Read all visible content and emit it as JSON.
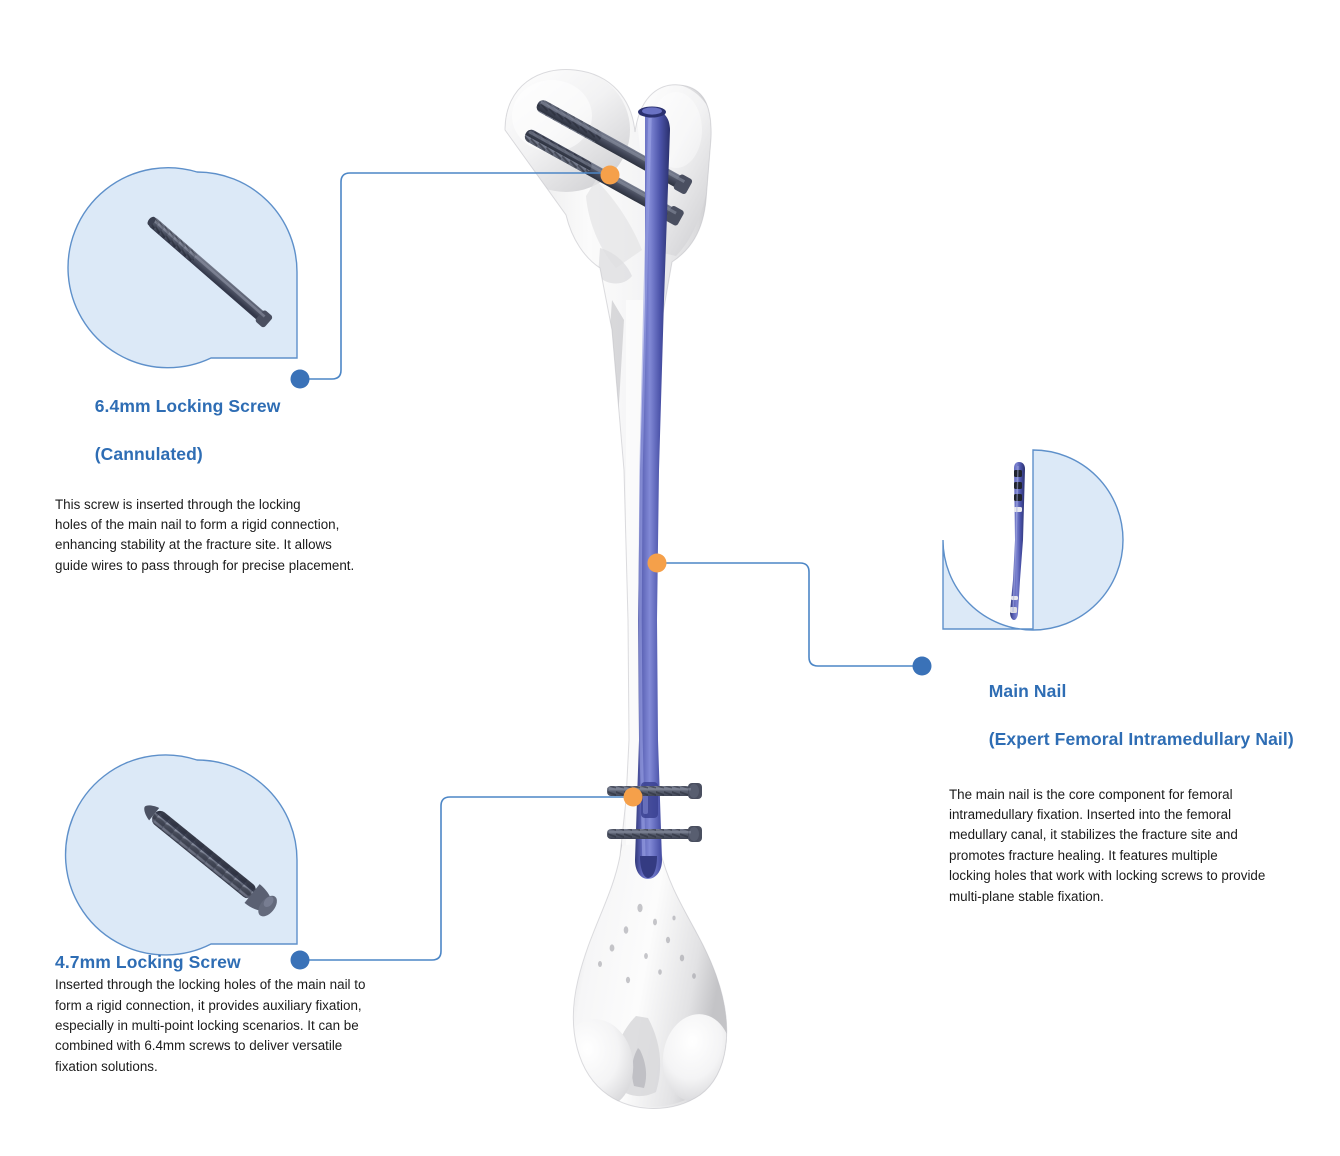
{
  "diagram": {
    "subject": "Expert Femoral Intramedullary Nail fixation on femur",
    "accent_blue": "#2E6DB4",
    "leader_line_color": "#4C86C6",
    "marker_orange": "#F5A04A",
    "callout_fill": "#DCE9F7",
    "callout_stroke": "#5E90CA",
    "nail_blue": "#4A52A8",
    "bone_color": "#F2F2F2",
    "implant_gray": "#5A5F6E"
  },
  "annotations": [
    {
      "id": "screw-6-4mm",
      "title_line1": "6.4mm Locking Screw",
      "title_line2": "(Cannulated)",
      "body": "This screw is inserted through the locking\nholes of the main nail to form a rigid connection,\nenhancing stability at the fracture site. It allows\nguide wires to pass through for precise placement.",
      "callout_icon": "cannulated-screw-icon"
    },
    {
      "id": "screw-4-7mm",
      "title_line1": "4.7mm Locking Screw",
      "title_line2": "",
      "body": "Inserted through the locking holes of the main nail to\nform a rigid connection, it provides auxiliary fixation,\nespecially in multi-point locking scenarios. It can be\ncombined with 6.4mm screws to deliver versatile\nfixation solutions.",
      "callout_icon": "cortical-screw-icon"
    },
    {
      "id": "main-nail",
      "title_line1": "Main Nail",
      "title_line2": "(Expert Femoral Intramedullary Nail)",
      "body": "The main nail is the core component for femoral\nintramedullary fixation. Inserted into the femoral\nmedullary canal, it stabilizes the fracture site and\npromotes fracture healing. It features multiple\nlocking holes that work with locking screws to provide\nmulti-plane stable fixation.",
      "callout_icon": "intramedullary-nail-icon"
    }
  ]
}
